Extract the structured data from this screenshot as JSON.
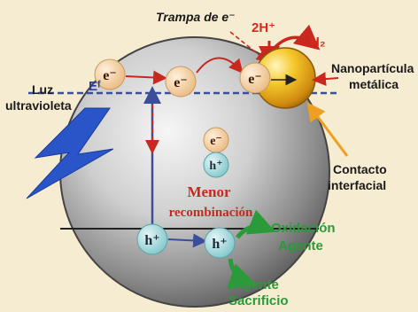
{
  "labels": {
    "trap": "Trampa de e⁻",
    "two_h": "2H⁺",
    "h2": "H₂",
    "nanoparticle_line1": "Nanopartícula",
    "nanoparticle_line2": "metálica",
    "uv_line1": "Luz",
    "uv_line2": "ultravioleta",
    "fermi_level": "Eᶠ",
    "contact_line1": "Contacto",
    "contact_line2": "interfacial",
    "recomb_line1": "Menor",
    "recomb_line2": "recombinación",
    "oxidation_line1": "Oxidación",
    "oxidation_line2": "Agente",
    "sacrificial_line1": "Agente",
    "sacrificial_line2": "Sacrificio"
  },
  "particles": {
    "electron": "e⁻",
    "hole": "h⁺"
  },
  "colors": {
    "background": "#f6ecd2",
    "band_line": "#3a4e9a",
    "arrow_red": "#c8281e",
    "label_red": "#d8281e",
    "oxidation_green": "#2a9a3a",
    "electron_fill": "#f5d8b0",
    "hole_fill": "#9fd6d8",
    "nanoparticle": "#f0b820",
    "lightning": "#2a55c8"
  }
}
